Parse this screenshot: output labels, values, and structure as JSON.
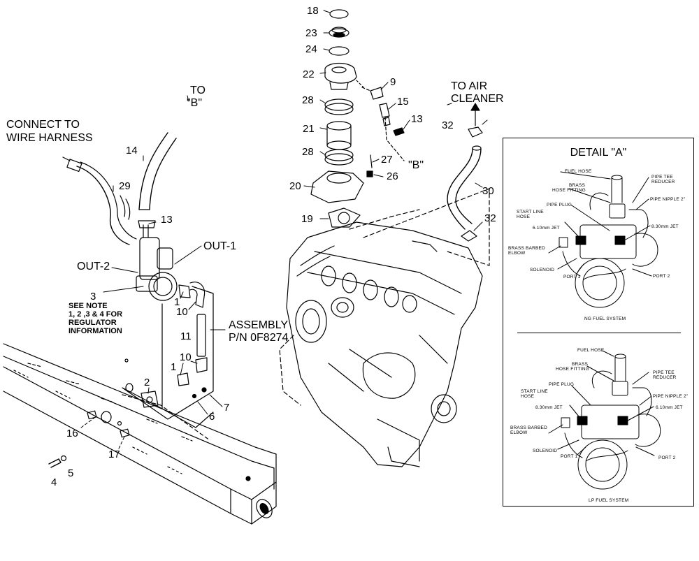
{
  "callouts": {
    "c18": "18",
    "c23": "23",
    "c24": "24",
    "c22": "22",
    "c9": "9",
    "c28a": "28",
    "c15": "15",
    "c13a": "13",
    "c21": "21",
    "c28b": "28",
    "c27": "27",
    "c26": "26",
    "c20": "20",
    "c19": "19",
    "c14": "14",
    "c29": "29",
    "c13b": "13",
    "c3": "3",
    "c1a": "1",
    "c10a": "10",
    "c11": "11",
    "c1b": "1",
    "c10b": "10",
    "c2": "2",
    "c7": "7",
    "c6": "6",
    "c16": "16",
    "c17": "17",
    "c4": "4",
    "c5": "5",
    "c32a": "32",
    "c30": "30",
    "c32b": "32"
  },
  "labels": {
    "to_b_line1": "TO",
    "to_b_line2": "\"B\"",
    "connect_line1": "CONNECT TO",
    "connect_line2": "WIRE HARNESS",
    "out1": "OUT-1",
    "out2": "OUT-2",
    "note_line1": "SEE NOTE",
    "note_line2": "1, 2 ,3 & 4 FOR",
    "note_line3": "REGULATOR",
    "note_line4": "INFORMATION",
    "assembly_line1": "ASSEMBLY",
    "assembly_line2": "P/N 0F8274",
    "b_marker": "\"B\"",
    "air_line1": "TO AIR",
    "air_line2": "CLEANER"
  },
  "detail": {
    "title": "DETAIL \"A\"",
    "ng": {
      "fuel_hose": "FUEL HOSE",
      "brass_line1": "BRASS",
      "brass_line2": "HOSE FITTING",
      "pipe_tee_line1": "PIPE TEE",
      "pipe_tee_line2": "REDUCER",
      "pipe_plug": "PIPE PLUG",
      "pipe_nipple": "PIPE NIPPLE 2\"",
      "start_line1": "START LINE",
      "start_line2": "HOSE",
      "jet_left": "6.10mm JET",
      "jet_right": "8.30mm JET",
      "barbed_line1": "BRASS BARBED",
      "barbed_line2": "ELBOW",
      "solenoid": "SOLENOID",
      "port1": "PORT 1",
      "port2": "PORT 2",
      "caption": "NG FUEL SYSTEM"
    },
    "lp": {
      "fuel_hose": "FUEL HOSE",
      "brass_line1": "BRASS",
      "brass_line2": "HOSE FITTING",
      "pipe_tee_line1": "PIPE TEE",
      "pipe_tee_line2": "REDUCER",
      "pipe_plug": "PIPE PLUG",
      "pipe_nipple": "PIPE NIPPLE 2\"",
      "start_line1": "START LINE",
      "start_line2": "HOSE",
      "jet_left": "8.30mm JET",
      "jet_right": "6.10mm JET",
      "barbed_line1": "BRASS BARBED",
      "barbed_line2": "ELBOW",
      "solenoid": "SOLENOID",
      "port1": "PORT 1",
      "port2": "PORT 2",
      "caption": "LP FUEL SYSTEM"
    }
  }
}
